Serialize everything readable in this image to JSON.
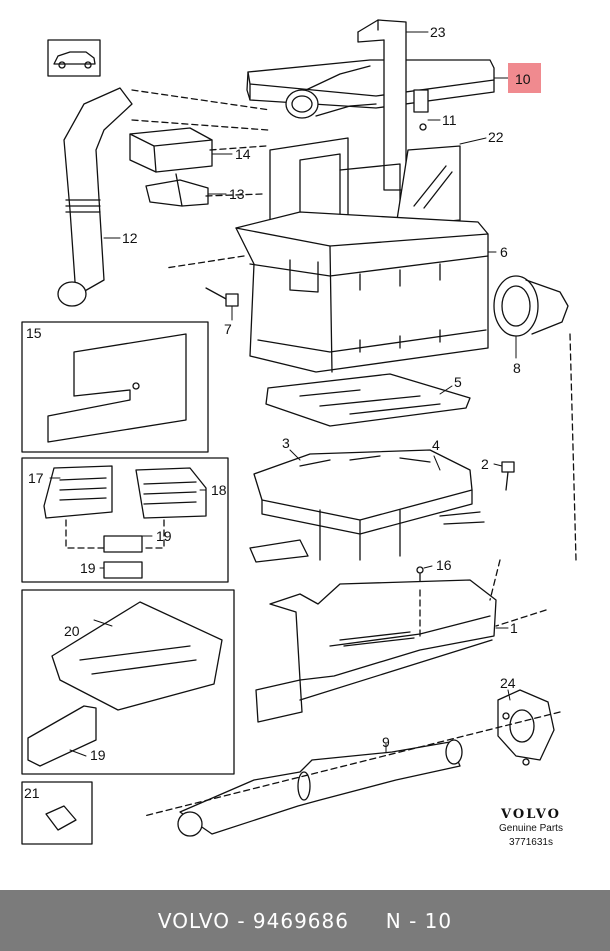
{
  "callouts": {
    "c1": "1",
    "c2": "2",
    "c3": "3",
    "c4": "4",
    "c5": "5",
    "c6": "6",
    "c7": "7",
    "c8": "8",
    "c9": "9",
    "c10": "10",
    "c11": "11",
    "c12": "12",
    "c13": "13",
    "c14": "14",
    "c15": "15",
    "c16": "16",
    "c17": "17",
    "c18": "18",
    "c19a": "19",
    "c19b": "19",
    "c19c": "19",
    "c20": "20",
    "c21": "21",
    "c22": "22",
    "c23": "23",
    "c24": "24"
  },
  "highlight": {
    "part": "10",
    "color": "#f08a8f"
  },
  "brand": {
    "logo": "VOLVO",
    "subtitle": "Genuine Parts",
    "code": "3771631s"
  },
  "footer": {
    "brand": "VOLVO",
    "sep": " - ",
    "part_number": "9469686",
    "position": "N - 10"
  },
  "colors": {
    "line": "#111111",
    "footer_bg": "#7b7b7b",
    "footer_text": "#ffffff"
  }
}
